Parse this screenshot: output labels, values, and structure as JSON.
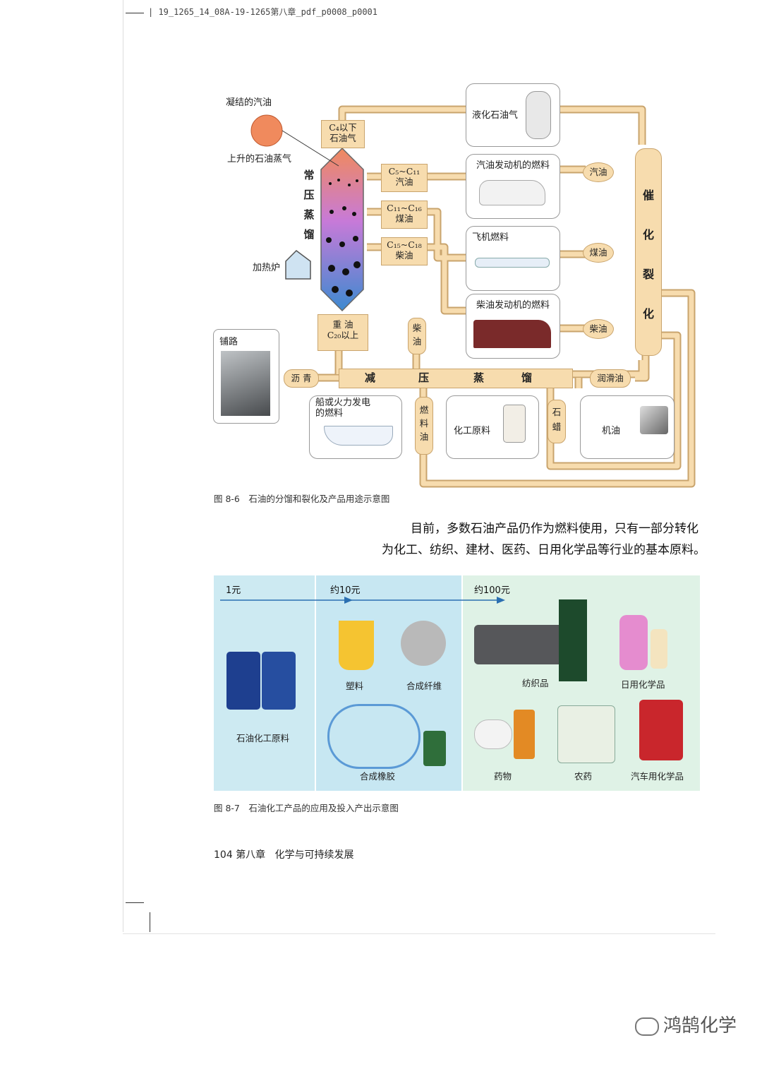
{
  "header": {
    "filename": "19_1265_14_08A-19-1265第八章_pdf_p0008_p0001"
  },
  "figure1": {
    "condensed_gasoline": "凝结的汽油",
    "rising_vapor": "上升的石油蒸气",
    "heater": "加热炉",
    "column_label": [
      "常",
      "压",
      "蒸",
      "馏"
    ],
    "c4_line1": "C₄以下",
    "c4_line2": "石油气",
    "c5_line1": "C₅~C₁₁",
    "c5_line2": "汽油",
    "c11_line1": "C₁₁~C₁₆",
    "c11_line2": "煤油",
    "c15_line1": "C₁₅~C₁₈",
    "c15_line2": "柴油",
    "heavy_line1": "重 油",
    "heavy_line2": "C₂₀以上",
    "lpg": "液化石油气",
    "gasoline_engine": "汽油发动机的燃料",
    "jet_fuel": "飞机燃料",
    "diesel_engine": "柴油发动机的燃料",
    "oval_gasoline": "汽油",
    "oval_kerosene": "煤油",
    "oval_diesel": "柴油",
    "cracking": [
      "催",
      "化",
      "裂",
      "化"
    ],
    "vacuum": [
      "减",
      "压",
      "蒸",
      "馏"
    ],
    "diesel_v": [
      "柴",
      "油"
    ],
    "asphalt": "沥 青",
    "paving": "铺路",
    "lubricant": "润滑油",
    "ship_fuel_1": "船或火力发电",
    "ship_fuel_2": "的燃料",
    "fuel_oil": [
      "燃",
      "料",
      "油"
    ],
    "chem_raw": "化工原料",
    "paraffin": [
      "石",
      "蜡"
    ],
    "engine_oil": "机油",
    "caption": "图 8-6　石油的分馏和裂化及产品用途示意图"
  },
  "paragraph": {
    "line1": "目前，多数石油产品仍作为燃料使用，只有一部分转化",
    "line2": "为化工、纺织、建材、医药、日用化学品等行业的基本原料。"
  },
  "figure2": {
    "price1": "1元",
    "price2": "约10元",
    "price3": "约100元",
    "raw": "石油化工原料",
    "plastic": "塑料",
    "fiber": "合成纤维",
    "rubber": "合成橡胶",
    "textile": "纺织品",
    "daily_chem": "日用化学品",
    "medicine": "药物",
    "pesticide": "农药",
    "auto_chem": "汽车用化学品",
    "caption": "图 8-7　石油化工产品的应用及投入产出示意图"
  },
  "footer": {
    "page": "104",
    "chapter": "第八章",
    "title": "化学与可持续发展"
  },
  "watermark": "鸿鹄化学",
  "colors": {
    "pipe": "#f7dcae",
    "pipe_border": "#c9a46d",
    "panel1": "#cdeaf2",
    "panel2": "#c7e7f2",
    "panel3": "#dff2e6"
  }
}
